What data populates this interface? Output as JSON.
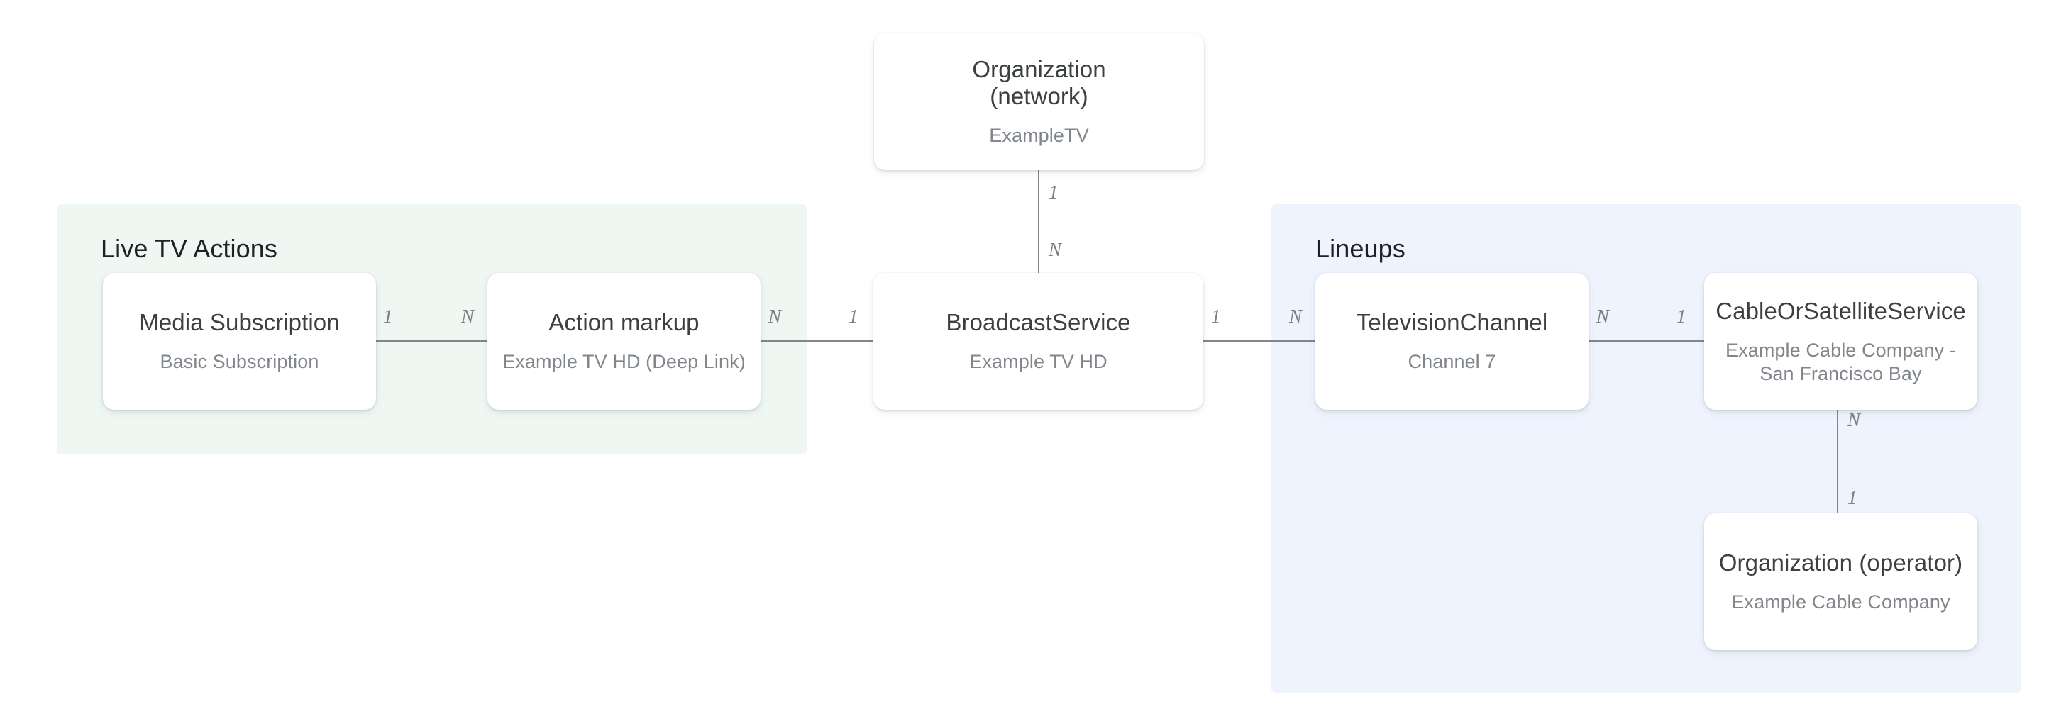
{
  "diagram": {
    "groups": [
      {
        "id": "live-tv-actions",
        "title": "Live TV Actions",
        "color": "#eff7f2"
      },
      {
        "id": "lineups",
        "title": "Lineups",
        "color": "#eff3fe"
      }
    ],
    "nodes": [
      {
        "id": "organization-network",
        "title": "Organization (network)",
        "title_line1": "Organization",
        "title_line2": "(network)",
        "subtitle": "ExampleTV"
      },
      {
        "id": "media-subscription",
        "title": "Media Subscription",
        "subtitle": "Basic Subscription"
      },
      {
        "id": "action-markup",
        "title": "Action markup",
        "subtitle": "Example TV HD (Deep Link)"
      },
      {
        "id": "broadcast-service",
        "title": "BroadcastService",
        "subtitle": "Example TV HD"
      },
      {
        "id": "television-channel",
        "title": "TelevisionChannel",
        "subtitle": "Channel 7"
      },
      {
        "id": "cable-or-satellite-service",
        "title": "CableOrSatelliteService",
        "subtitle": "Example Cable Company - San Francisco Bay",
        "subtitle_line1": "Example Cable Company -",
        "subtitle_line2": "San Francisco Bay"
      },
      {
        "id": "organization-operator",
        "title": "Organization (operator)",
        "subtitle": "Example Cable Company"
      }
    ],
    "edges": [
      {
        "id": "media-subscription--action-markup",
        "from": "media-subscription",
        "to": "action-markup",
        "from_cardinality": "1",
        "to_cardinality": "N"
      },
      {
        "id": "action-markup--broadcast-service",
        "from": "action-markup",
        "to": "broadcast-service",
        "from_cardinality": "N",
        "to_cardinality": "1"
      },
      {
        "id": "organization-network--broadcast-service",
        "from": "organization-network",
        "to": "broadcast-service",
        "from_cardinality": "1",
        "to_cardinality": "N"
      },
      {
        "id": "broadcast-service--television-channel",
        "from": "broadcast-service",
        "to": "television-channel",
        "from_cardinality": "1",
        "to_cardinality": "N"
      },
      {
        "id": "television-channel--cable-or-satellite-service",
        "from": "television-channel",
        "to": "cable-or-satellite-service",
        "from_cardinality": "N",
        "to_cardinality": "1"
      },
      {
        "id": "cable-or-satellite-service--organization-operator",
        "from": "cable-or-satellite-service",
        "to": "organization-operator",
        "from_cardinality": "N",
        "to_cardinality": "1"
      }
    ],
    "colors": {
      "live_tv_panel": "#eff7f2",
      "lineups_panel": "#eff3fe",
      "card_background": "#ffffff",
      "card_title": "#3c4043",
      "card_subtitle": "#80868b",
      "edge_line": "#80868b",
      "edge_label": "#7a8085",
      "group_title": "#202124",
      "page_background": "#ffffff"
    }
  }
}
